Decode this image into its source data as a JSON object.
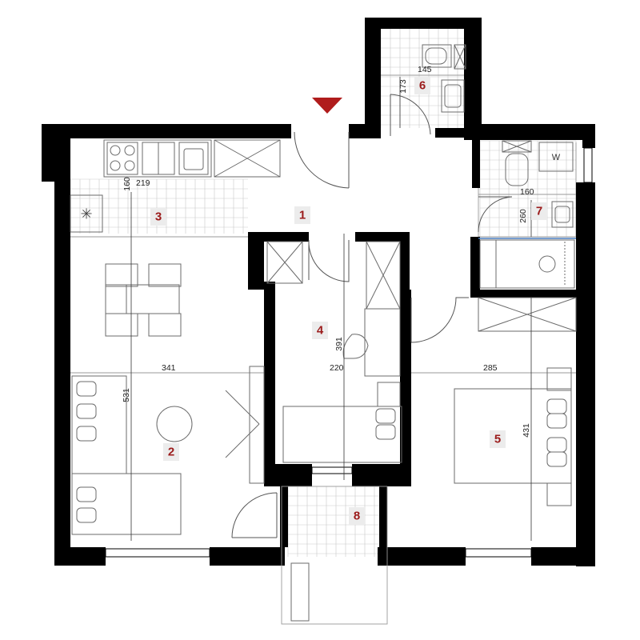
{
  "colors": {
    "walls": "#000000",
    "room_number": "#9b1b1b",
    "entrance_marker": "#b01c1c",
    "tile_grid": "#c9c9c9",
    "fixture_line": "#6b6b6b"
  },
  "rooms": [
    {
      "number": "1"
    },
    {
      "number": "2"
    },
    {
      "number": "3"
    },
    {
      "number": "4"
    },
    {
      "number": "5"
    },
    {
      "number": "6"
    },
    {
      "number": "7"
    },
    {
      "number": "8"
    }
  ],
  "dimensions": {
    "kitchen_depth": "160",
    "kitchen_width": "219",
    "bathroom_6_width": "145",
    "bathroom_6_depth": "173",
    "bathroom_7_width": "160",
    "bathroom_7_depth": "260",
    "living_width": "341",
    "living_depth": "531",
    "room_4_width": "220",
    "room_4_depth": "391",
    "room_5_width": "285",
    "room_5_depth": "431"
  },
  "fixtures": {
    "washer_label": "W"
  },
  "icons": [
    "entrance-arrow-icon",
    "ventilation-icon",
    "toilet-icon",
    "sink-icon",
    "shower-icon",
    "pillow-icon"
  ]
}
